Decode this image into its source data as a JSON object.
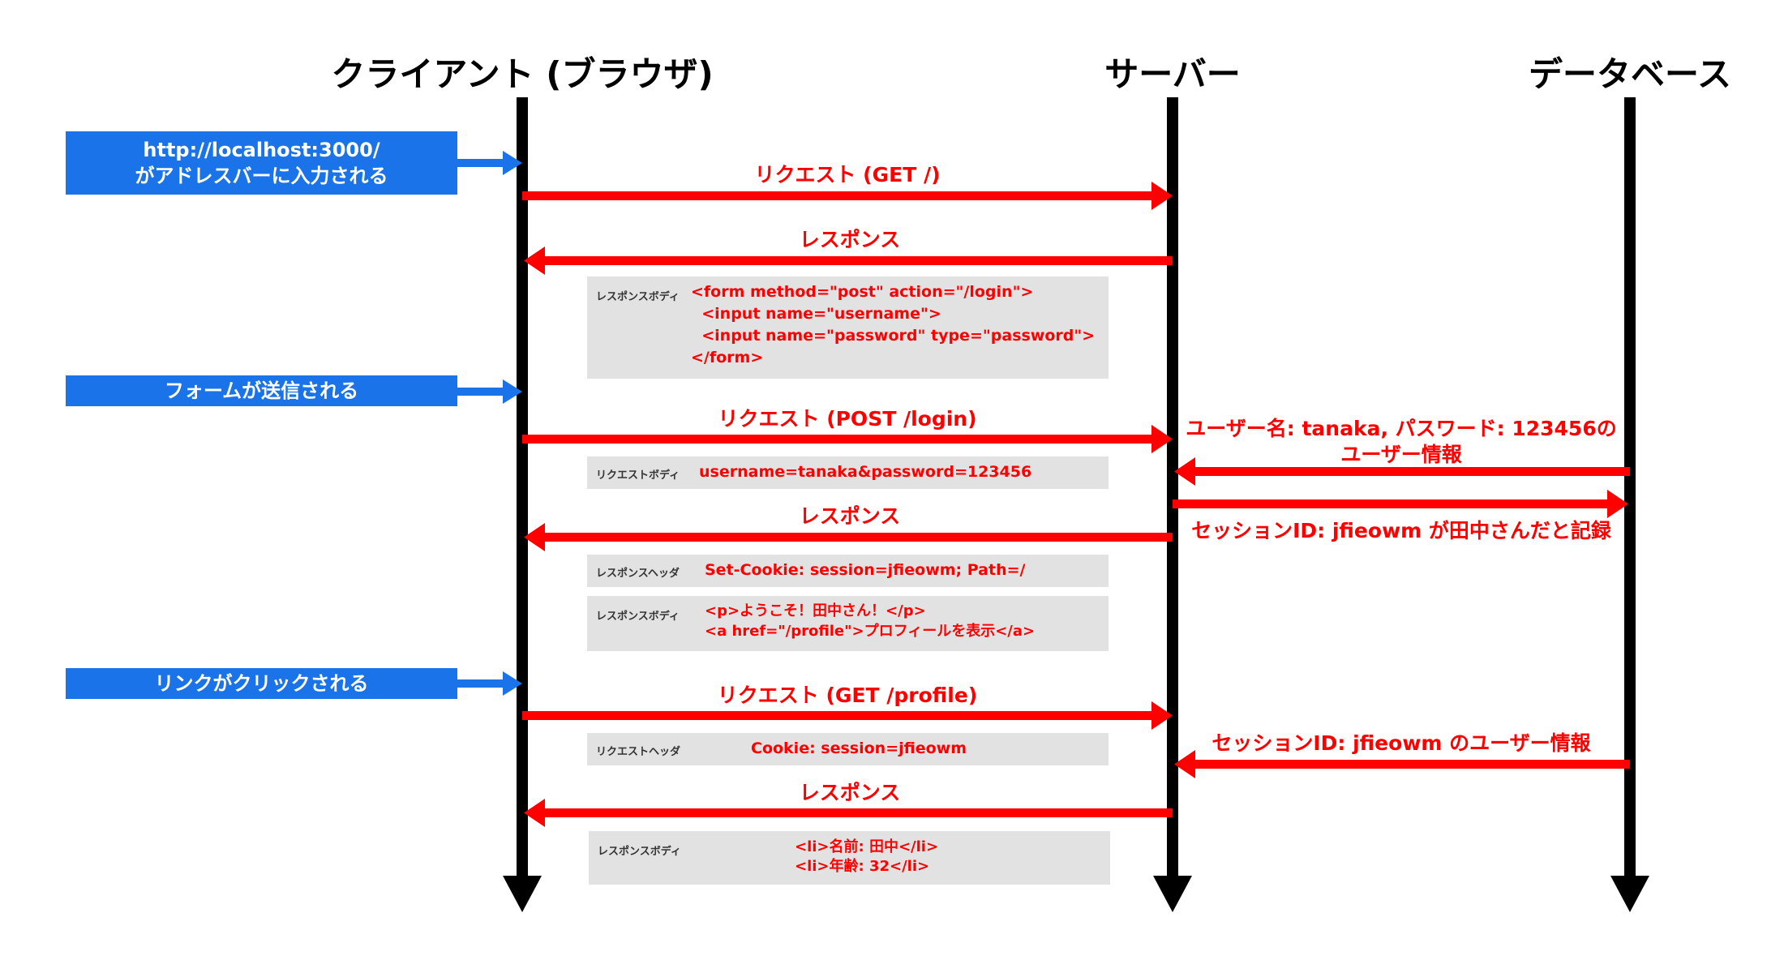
{
  "lanes": {
    "client": "クライアント (ブラウザ)",
    "server": "サーバー",
    "database": "データベース"
  },
  "triggers": {
    "enter_url": [
      "http://localhost:3000/",
      "がアドレスバーに入力される"
    ],
    "submit_form": "フォームが送信される",
    "click_link": "リンクがクリックされる"
  },
  "messages": {
    "req_get_root": "リクエスト (GET /)",
    "res_1": "レスポンス",
    "req_post_login": "リクエスト (POST /login)",
    "res_2": "レスポンス",
    "req_get_profile": "リクエスト (GET /profile)",
    "res_3": "レスポンス",
    "db_lookup_user": [
      "ユーザー名: tanaka, パスワード: 123456の",
      "ユーザー情報"
    ],
    "db_record_session": "セッションID: jfieowm が田中さんだと記録",
    "db_session_user": "セッションID: jfieowm のユーザー情報"
  },
  "boxes": {
    "res_body_1": {
      "label": "レスポンスボディ",
      "lines": [
        "<form method=\"post\" action=\"/login\">",
        "  <input name=\"username\">",
        "  <input name=\"password\" type=\"password\">",
        "</form>"
      ]
    },
    "req_body_2": {
      "label": "リクエストボディ",
      "lines": [
        "username=tanaka&password=123456"
      ]
    },
    "res_header_2": {
      "label": "レスポンスヘッダ",
      "lines": [
        "Set-Cookie: session=jfieowm; Path=/"
      ]
    },
    "res_body_2": {
      "label": "レスポンスボディ",
      "lines": [
        "<p>ようこそ！田中さん！</p>",
        "<a href=\"/profile\">プロフィールを表示</a>"
      ]
    },
    "req_header_3": {
      "label": "リクエストヘッダ",
      "lines": [
        "Cookie: session=jfieowm"
      ]
    },
    "res_body_3": {
      "label": "レスポンスボディ",
      "lines": [
        "<li>名前: 田中</li>",
        "<li>年齢: 32</li>"
      ]
    }
  },
  "colors": {
    "message": "#ff0000",
    "trigger": "#1a73e8",
    "lifeline": "#000000",
    "box": "#e2e2e2"
  }
}
